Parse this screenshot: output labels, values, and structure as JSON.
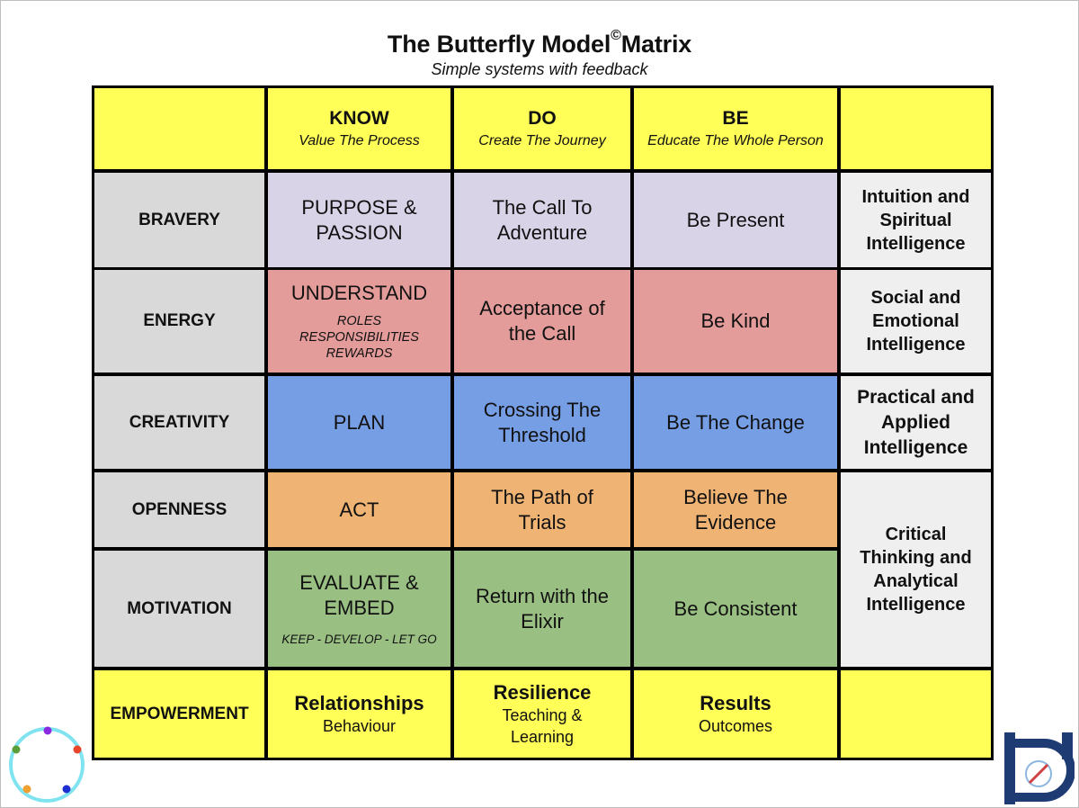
{
  "header": {
    "title": "The Butterfly Model",
    "copyright_mark": "©",
    "title_suffix": "Matrix",
    "subtitle": "Simple systems with feedback"
  },
  "columns": [
    {
      "title": "KNOW",
      "subtitle": "Value The Process"
    },
    {
      "title": "DO",
      "subtitle": "Create The Journey"
    },
    {
      "title": "BE",
      "subtitle": "Educate The Whole Person"
    }
  ],
  "rows": [
    {
      "label": "BRAVERY",
      "know": "PURPOSE & PASSION",
      "do": "The Call To Adventure",
      "be": "Be Present",
      "intelligence": "Intuition and Spiritual Intelligence"
    },
    {
      "label": "ENERGY",
      "know": "UNDERSTAND",
      "know_detail": [
        "ROLES",
        "RESPONSIBILITIES",
        "REWARDS"
      ],
      "do": "Acceptance of the Call",
      "be": "Be Kind",
      "intelligence": "Social and Emotional Intelligence"
    },
    {
      "label": "CREATIVITY",
      "know": "PLAN",
      "do": "Crossing The Threshold",
      "be": "Be The Change",
      "intelligence": "Practical and Applied Intelligence"
    },
    {
      "label": "OPENNESS",
      "know": "ACT",
      "do": "The Path of Trials",
      "be": "Believe The Evidence"
    },
    {
      "label": "MOTIVATION",
      "know": "EVALUATE & EMBED",
      "know_detail": [
        "KEEP - DEVELOP - LET GO"
      ],
      "do": "Return with the Elixir",
      "be": "Be Consistent"
    }
  ],
  "merged_intelligence": "Critical Thinking and Analytical Intelligence",
  "empowerment": {
    "label": "EMPOWERMENT",
    "items": [
      {
        "title": "Relationships",
        "subtitle": "Behaviour"
      },
      {
        "title": "Resilience",
        "subtitle": "Teaching & Learning"
      },
      {
        "title": "Results",
        "subtitle": "Outcomes"
      }
    ]
  },
  "colors": {
    "yellow": "#ffff57",
    "grey": "#d9d9d9",
    "light": "#efefef",
    "lavender": "#d9d3e8",
    "red": "#e39c9a",
    "blue": "#769ee5",
    "orange": "#efb474",
    "green": "#99c082",
    "logo_ring": "#7fe3f0",
    "logo_dark": "#1f3b73"
  },
  "logos": [
    "circle-dots-logo",
    "mirrored-d-logo"
  ]
}
